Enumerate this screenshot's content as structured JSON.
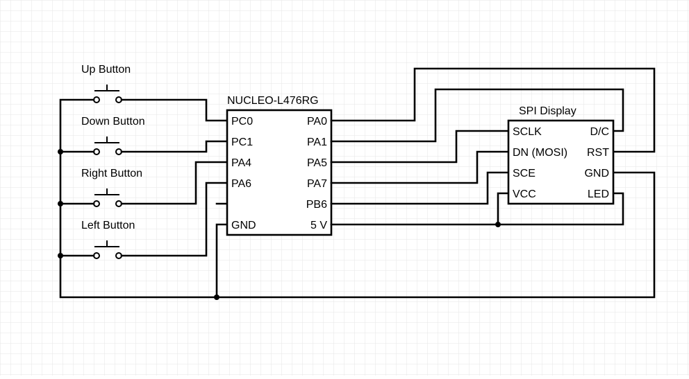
{
  "mcu": {
    "title": "NUCLEO-L476RG",
    "left_pins": [
      "PC0",
      "PC1",
      "PA4",
      "PA6",
      "",
      "GND"
    ],
    "right_pins": [
      "PA0",
      "PA1",
      "PA5",
      "PA7",
      "PB6",
      "5 V"
    ]
  },
  "display": {
    "title": "SPI Display",
    "left_pins": [
      "SCLK",
      "DN (MOSI)",
      "SCE",
      "VCC"
    ],
    "right_pins": [
      "D/C",
      "RST",
      "GND",
      "LED"
    ]
  },
  "buttons": [
    {
      "label": "Up Button"
    },
    {
      "label": "Down Button"
    },
    {
      "label": "Right Button"
    },
    {
      "label": "Left Button"
    }
  ],
  "colors": {
    "background": "#ffffff",
    "grid": "#e6e6e6",
    "wire": "#000000"
  }
}
